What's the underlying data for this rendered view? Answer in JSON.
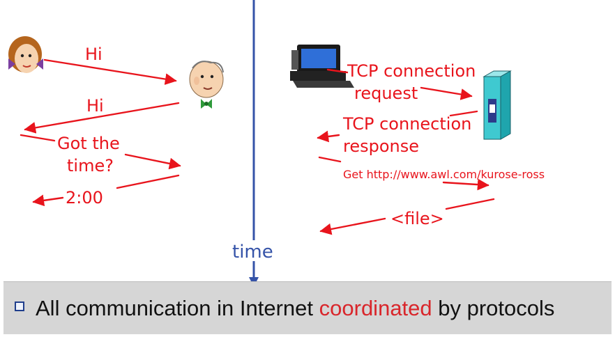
{
  "left_dialog": {
    "msg1": "Hi",
    "msg2": "Hi",
    "msg3_line1": "Got the",
    "msg3_line2": "time?",
    "msg4": "2:00"
  },
  "timeline": {
    "label": "time"
  },
  "right_dialog": {
    "req_line1": "TCP connection",
    "req_line2": "request",
    "resp_line1": "TCP connection",
    "resp_line2": "response",
    "get_request": "Get http://www.awl.com/kurose-ross",
    "file_response": "<file>"
  },
  "footer": {
    "text_before": "All communication in Internet ",
    "highlight": "coordinated",
    "text_after": " by protocols"
  },
  "colors": {
    "message_red": "#e8141c",
    "timeline_blue": "#3553a8",
    "highlight_red": "#d9262b"
  },
  "icons": [
    "woman-face-icon",
    "man-face-icon",
    "computer-icon",
    "server-icon",
    "bullet-square-icon"
  ]
}
